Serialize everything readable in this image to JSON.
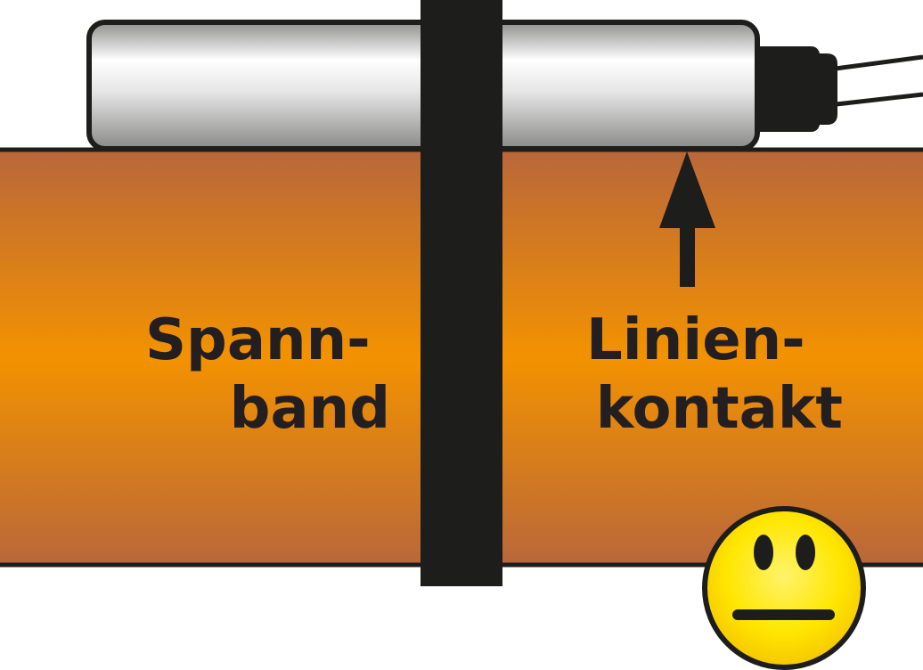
{
  "labels": {
    "left_line1": "Spann-",
    "left_line2": "band",
    "right_line1": "Linien-",
    "right_line2": "kontakt"
  },
  "colors": {
    "pipe_edge": "#b9673a",
    "pipe_mid": "#f39200",
    "sensor_light": "#ffffff",
    "sensor_dark": "#9d9d9c",
    "band": "#1d1d1b",
    "outline": "#1d1d1b",
    "smiley": "#ffe600",
    "smiley_center": "#fff36b"
  },
  "icons": {
    "mood": "neutral-face-icon",
    "arrow": "arrow-up-icon"
  }
}
